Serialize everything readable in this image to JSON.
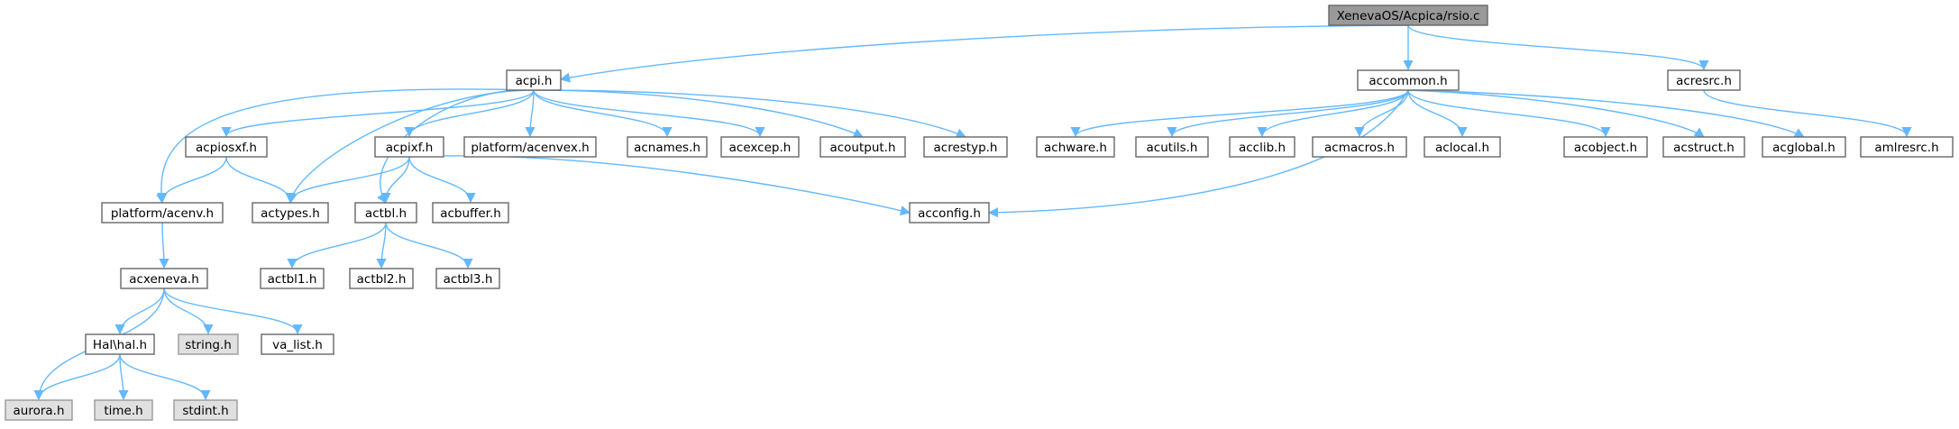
{
  "root": "XenevaOS/Acpica/rsio.c",
  "colors": {
    "root_fill": "#999999",
    "node_fill": "#ffffff",
    "external_fill": "#e0e0e0",
    "border": "#666666",
    "edge": "#63b8ff"
  },
  "nodes": [
    {
      "id": "rsio_c",
      "label": "XenevaOS/Acpica/rsio.c",
      "kind": "root"
    },
    {
      "id": "acpi_h",
      "label": "acpi.h",
      "kind": "normal"
    },
    {
      "id": "accommon_h",
      "label": "accommon.h",
      "kind": "normal"
    },
    {
      "id": "acresrc_h",
      "label": "acresrc.h",
      "kind": "normal"
    },
    {
      "id": "acpiosxf_h",
      "label": "acpiosxf.h",
      "kind": "normal"
    },
    {
      "id": "acpixf_h",
      "label": "acpixf.h",
      "kind": "normal"
    },
    {
      "id": "platform_acenvex_h",
      "label": "platform/acenvex.h",
      "kind": "normal"
    },
    {
      "id": "acnames_h",
      "label": "acnames.h",
      "kind": "normal"
    },
    {
      "id": "acexcep_h",
      "label": "acexcep.h",
      "kind": "normal"
    },
    {
      "id": "acoutput_h",
      "label": "acoutput.h",
      "kind": "normal"
    },
    {
      "id": "acrestyp_h",
      "label": "acrestyp.h",
      "kind": "normal"
    },
    {
      "id": "achware_h",
      "label": "achware.h",
      "kind": "normal"
    },
    {
      "id": "acutils_h",
      "label": "acutils.h",
      "kind": "normal"
    },
    {
      "id": "acclib_h",
      "label": "acclib.h",
      "kind": "normal"
    },
    {
      "id": "acmacros_h",
      "label": "acmacros.h",
      "kind": "normal"
    },
    {
      "id": "aclocal_h",
      "label": "aclocal.h",
      "kind": "normal"
    },
    {
      "id": "acobject_h",
      "label": "acobject.h",
      "kind": "normal"
    },
    {
      "id": "acstruct_h",
      "label": "acstruct.h",
      "kind": "normal"
    },
    {
      "id": "acglobal_h",
      "label": "acglobal.h",
      "kind": "normal"
    },
    {
      "id": "amlresrc_h",
      "label": "amlresrc.h",
      "kind": "normal"
    },
    {
      "id": "platform_acenv_h",
      "label": "platform/acenv.h",
      "kind": "normal"
    },
    {
      "id": "actypes_h",
      "label": "actypes.h",
      "kind": "normal"
    },
    {
      "id": "actbl_h",
      "label": "actbl.h",
      "kind": "normal"
    },
    {
      "id": "acbuffer_h",
      "label": "acbuffer.h",
      "kind": "normal"
    },
    {
      "id": "acconfig_h",
      "label": "acconfig.h",
      "kind": "normal"
    },
    {
      "id": "acxeneva_h",
      "label": "acxeneva.h",
      "kind": "normal"
    },
    {
      "id": "actbl1_h",
      "label": "actbl1.h",
      "kind": "normal"
    },
    {
      "id": "actbl2_h",
      "label": "actbl2.h",
      "kind": "normal"
    },
    {
      "id": "actbl3_h",
      "label": "actbl3.h",
      "kind": "normal"
    },
    {
      "id": "hal_hal_h",
      "label": "Hal\\hal.h",
      "kind": "normal"
    },
    {
      "id": "string_h",
      "label": "string.h",
      "kind": "external"
    },
    {
      "id": "va_list_h",
      "label": "va_list.h",
      "kind": "normal"
    },
    {
      "id": "aurora_h",
      "label": "aurora.h",
      "kind": "external"
    },
    {
      "id": "time_h",
      "label": "time.h",
      "kind": "external"
    },
    {
      "id": "stdint_h",
      "label": "stdint.h",
      "kind": "external"
    }
  ],
  "edges": [
    [
      "rsio_c",
      "acpi_h"
    ],
    [
      "rsio_c",
      "accommon_h"
    ],
    [
      "rsio_c",
      "acresrc_h"
    ],
    [
      "acpi_h",
      "platform_acenv_h"
    ],
    [
      "acpi_h",
      "acpiosxf_h"
    ],
    [
      "acpi_h",
      "actypes_h"
    ],
    [
      "acpi_h",
      "actbl_h"
    ],
    [
      "acpi_h",
      "acpixf_h"
    ],
    [
      "acpi_h",
      "platform_acenvex_h"
    ],
    [
      "acpi_h",
      "acnames_h"
    ],
    [
      "acpi_h",
      "acexcep_h"
    ],
    [
      "acpi_h",
      "acoutput_h"
    ],
    [
      "acpi_h",
      "acrestyp_h"
    ],
    [
      "accommon_h",
      "achware_h"
    ],
    [
      "accommon_h",
      "acutils_h"
    ],
    [
      "accommon_h",
      "acclib_h"
    ],
    [
      "accommon_h",
      "acconfig_h"
    ],
    [
      "accommon_h",
      "acmacros_h"
    ],
    [
      "accommon_h",
      "aclocal_h"
    ],
    [
      "accommon_h",
      "acobject_h"
    ],
    [
      "accommon_h",
      "acstruct_h"
    ],
    [
      "accommon_h",
      "acglobal_h"
    ],
    [
      "acresrc_h",
      "amlresrc_h"
    ],
    [
      "acpiosxf_h",
      "platform_acenv_h"
    ],
    [
      "acpiosxf_h",
      "actypes_h"
    ],
    [
      "acpixf_h",
      "actypes_h"
    ],
    [
      "acpixf_h",
      "actbl_h"
    ],
    [
      "acpixf_h",
      "acbuffer_h"
    ],
    [
      "acpixf_h",
      "acconfig_h"
    ],
    [
      "platform_acenv_h",
      "acxeneva_h"
    ],
    [
      "actbl_h",
      "actbl1_h"
    ],
    [
      "actbl_h",
      "actbl2_h"
    ],
    [
      "actbl_h",
      "actbl3_h"
    ],
    [
      "acxeneva_h",
      "aurora_h"
    ],
    [
      "acxeneva_h",
      "hal_hal_h"
    ],
    [
      "acxeneva_h",
      "string_h"
    ],
    [
      "acxeneva_h",
      "va_list_h"
    ],
    [
      "hal_hal_h",
      "aurora_h"
    ],
    [
      "hal_hal_h",
      "time_h"
    ],
    [
      "hal_hal_h",
      "stdint_h"
    ]
  ]
}
